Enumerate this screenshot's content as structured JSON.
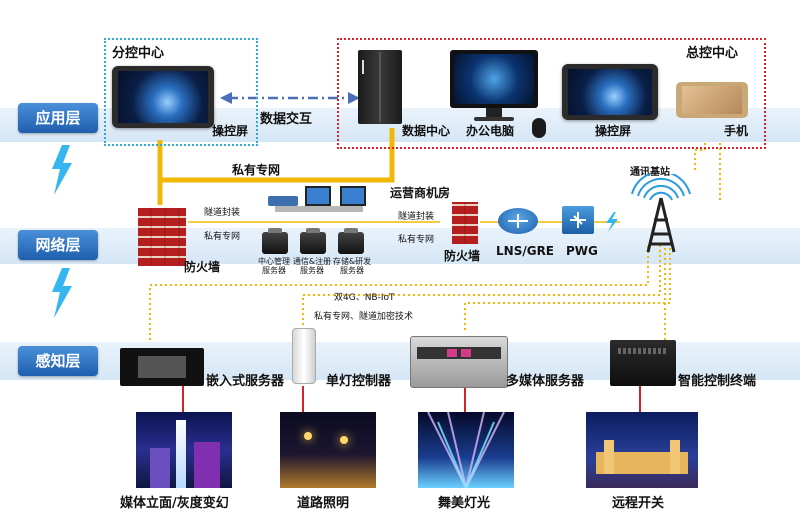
{
  "layers": {
    "app": "应用层",
    "network": "网络层",
    "sensing": "感知层"
  },
  "boxes": {
    "branch_center": "分控中心",
    "main_center": "总控中心"
  },
  "app_layer": {
    "branch_screen": "操控屏",
    "data_exchange": "数据交互",
    "data_center": "数据中心",
    "office_pc": "办公电脑",
    "main_screen": "操控屏",
    "phone": "手机",
    "private_net": "私有专网"
  },
  "network_layer": {
    "firewall_left": "防火墙",
    "tunnel_left": "隧道封装",
    "private_left": "私有专网",
    "server_labels": [
      "中心管理\n服务器",
      "通信&注册\n服务器",
      "存储&研发\n服务器"
    ],
    "carrier_room": "运营商机房",
    "tunnel_right": "隧道封装",
    "private_right": "私有专网",
    "firewall_right": "防火墙",
    "lns": "LNS/GRE",
    "pwg": "PWG",
    "base_station": "通讯基站"
  },
  "sensing_layer": {
    "tech_line1": "双4G、NB-IoT",
    "tech_line2": "私有专网、隧道加密技术",
    "embedded_server": "嵌入式服务器",
    "single_lamp": "单灯控制器",
    "multimedia_server": "多媒体服务器",
    "smart_terminal": "智能控制终端"
  },
  "outputs": {
    "facade": "媒体立面/灰度变幻",
    "road": "道路照明",
    "stage": "舞美灯光",
    "remote": "远程开关"
  },
  "colors": {
    "layer_label": "#1f5fae",
    "private_net_line": "#f2b705",
    "dotted_link": "#f2b705",
    "branch_box": "#2fa9d6",
    "main_box": "#d8212a",
    "drop_line": "#d8212a"
  }
}
